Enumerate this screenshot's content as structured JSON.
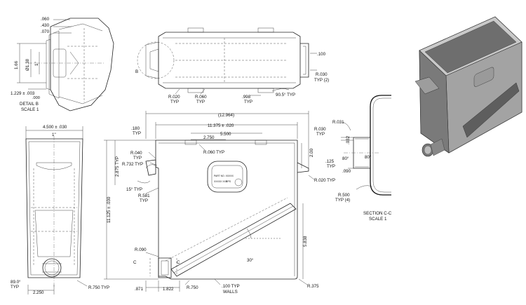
{
  "detail_b": {
    "dims": [
      ".060",
      ".430",
      ".070",
      "1.66",
      "Ø1.38",
      "1\"",
      "1.229 ± .003",
      ".000"
    ],
    "caption_1": "DETAIL  B",
    "caption_2": "SCALE 1"
  },
  "top_view": {
    "dims": [
      ".100",
      "R.030",
      "TYP (2)",
      "R.020",
      "TYP",
      "R.060",
      "TYP",
      ".998",
      "TYP",
      "90.5° TYP"
    ],
    "section_letter": "B"
  },
  "side_view": {
    "dims": [
      "4.500 ± .030",
      "1\"",
      "89.0°",
      "TYP",
      "2.250",
      "R.750 TYP"
    ]
  },
  "front_view": {
    "dims": [
      "(12.964)",
      "11.375 ± .020",
      "5.500",
      "2.750",
      ".180",
      "TYP",
      "R.030",
      "TYP",
      "R.040",
      "TYP",
      "R.732 TYP",
      "R.060 TYP",
      "2.875 TYP",
      "2.00",
      ".125",
      "TYP",
      "R.020 TYP",
      "15° TYP",
      "R.581",
      "TYP",
      "11.125 ± .030",
      "5.838",
      "30°",
      "R.090",
      ".871",
      "1.822",
      "R.750",
      ".100 TYP",
      "WALLS",
      "R.375"
    ],
    "section_marks": [
      "C",
      "C"
    ],
    "nameplate_lines": [
      "PART NO. XXXXX",
      "XXXXX XXX",
      "RPS"
    ]
  },
  "section_cc": {
    "dims": [
      "R.031",
      ".032",
      "80°",
      "80°",
      ".090",
      "R.500",
      "TYP (4)"
    ],
    "caption_1": "SECTION C-C",
    "caption_2": "SCALE 1"
  },
  "colors": {
    "line": "#222222",
    "render_body": "#8c8c8c",
    "render_shadow": "#5e5e5e",
    "render_light": "#c9c9c9"
  }
}
